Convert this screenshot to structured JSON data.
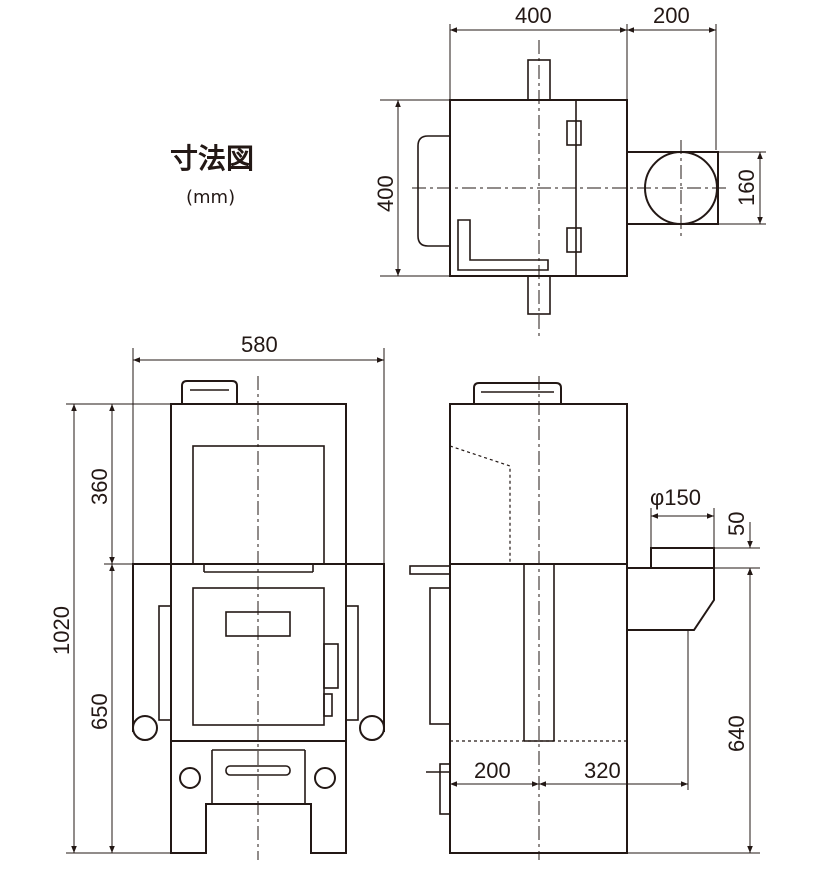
{
  "title": "寸法図",
  "unit": "(mm)",
  "top_view": {
    "width_label": "400",
    "outlet_extension_label": "200",
    "depth_label": "400",
    "outlet_diameter_label": "160"
  },
  "front_view": {
    "width_label": "580",
    "total_height_label": "1020",
    "upper_height_label": "360",
    "lower_height_label": "650"
  },
  "side_view": {
    "pipe_diameter_label": "φ150",
    "pipe_top_label": "50",
    "pipe_height_label": "640",
    "front_depth_label": "200",
    "rear_depth_label": "320"
  }
}
